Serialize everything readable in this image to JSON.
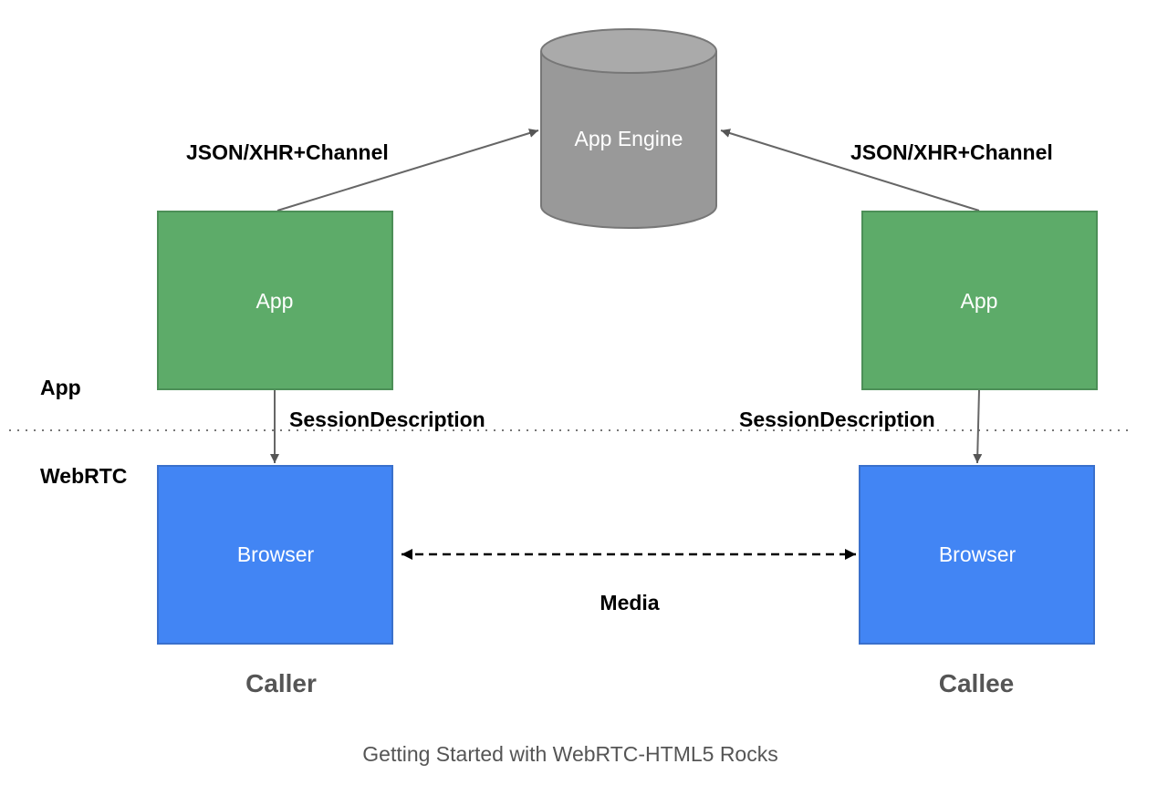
{
  "colors": {
    "app_box": "#5dab69",
    "browser_box": "#4285f4",
    "engine": "#9a9a9a",
    "line": "#666666"
  },
  "engine": {
    "label": "App Engine"
  },
  "links": {
    "left_channel": "JSON/XHR+Channel",
    "right_channel": "JSON/XHR+Channel",
    "left_session": "SessionDescription",
    "right_session": "SessionDescription",
    "media": "Media"
  },
  "layers": {
    "app": "App",
    "webrtc": "WebRTC"
  },
  "caller": {
    "app_label": "App",
    "browser_label": "Browser",
    "role": "Caller"
  },
  "callee": {
    "app_label": "App",
    "browser_label": "Browser",
    "role": "Callee"
  },
  "caption": "Getting Started with WebRTC-HTML5 Rocks"
}
